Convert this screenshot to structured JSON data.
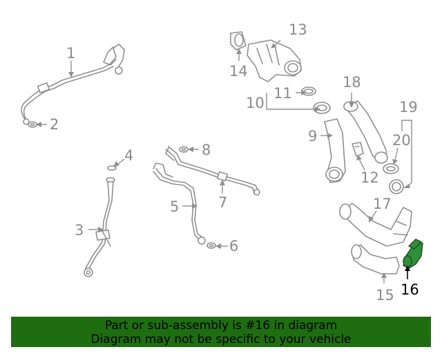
{
  "callouts": {
    "c1": "1",
    "c2": "2",
    "c3": "3",
    "c4": "4",
    "c5": "5",
    "c6": "6",
    "c7": "7",
    "c8": "8",
    "c9": "9",
    "c10": "10",
    "c11": "11",
    "c12": "12",
    "c13": "13",
    "c14": "14",
    "c15": "15",
    "c16": "16",
    "c17": "17",
    "c18": "18",
    "c19": "19",
    "c20": "20"
  },
  "highlight": {
    "part": "16",
    "color": "#2f8f3a"
  },
  "banner": {
    "line1": "Part or sub-assembly is #16 in diagram",
    "line2": "Diagram may not be specific to your vehicle",
    "background": "#1f6d11"
  }
}
